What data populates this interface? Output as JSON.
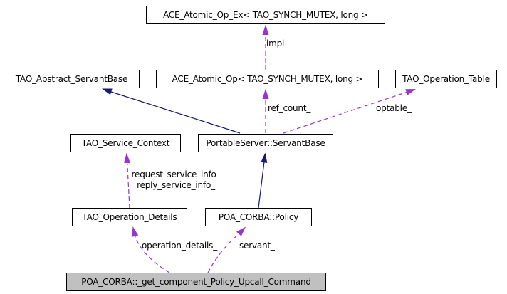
{
  "diagram": {
    "kind": "collaboration-graph",
    "nodes": {
      "ace_atomic_op_ex": {
        "label": "ACE_Atomic_Op_Ex< TAO_SYNCH_MUTEX, long >"
      },
      "tao_abstract_servantbase": {
        "label": "TAO_Abstract_ServantBase"
      },
      "ace_atomic_op": {
        "label": "ACE_Atomic_Op< TAO_SYNCH_MUTEX, long >"
      },
      "tao_operation_table": {
        "label": "TAO_Operation_Table"
      },
      "tao_service_context": {
        "label": "TAO_Service_Context"
      },
      "portableserver_servantbase": {
        "label": "PortableServer::ServantBase"
      },
      "tao_operation_details": {
        "label": "TAO_Operation_Details"
      },
      "poa_corba_policy": {
        "label": "POA_CORBA::Policy"
      },
      "main": {
        "label": "POA_CORBA::_get_component_Policy_Upcall_Command",
        "selected": true
      }
    },
    "edges": [
      {
        "from": "ace_atomic_op",
        "to": "ace_atomic_op_ex",
        "relation": "usage",
        "label": "impl_"
      },
      {
        "from": "portableserver_servantbase",
        "to": "ace_atomic_op",
        "relation": "usage",
        "label": "ref_count_"
      },
      {
        "from": "portableserver_servantbase",
        "to": "tao_operation_table",
        "relation": "usage",
        "label": "optable_"
      },
      {
        "from": "portableserver_servantbase",
        "to": "tao_abstract_servantbase",
        "relation": "inheritance"
      },
      {
        "from": "tao_operation_details",
        "to": "tao_service_context",
        "relation": "usage",
        "labels": [
          "request_service_info_",
          "reply_service_info_"
        ]
      },
      {
        "from": "poa_corba_policy",
        "to": "portableserver_servantbase",
        "relation": "inheritance"
      },
      {
        "from": "main",
        "to": "tao_operation_details",
        "relation": "usage",
        "label": "operation_details_"
      },
      {
        "from": "main",
        "to": "poa_corba_policy",
        "relation": "usage",
        "label": "servant_"
      }
    ],
    "colors": {
      "usage_edge": "#9a32cd",
      "inheritance_edge": "#191970",
      "node_border": "#000000",
      "node_fill": "#ffffff",
      "selected_node_fill": "#c0c0c0",
      "background": "#ffffff",
      "text": "#000000"
    }
  }
}
